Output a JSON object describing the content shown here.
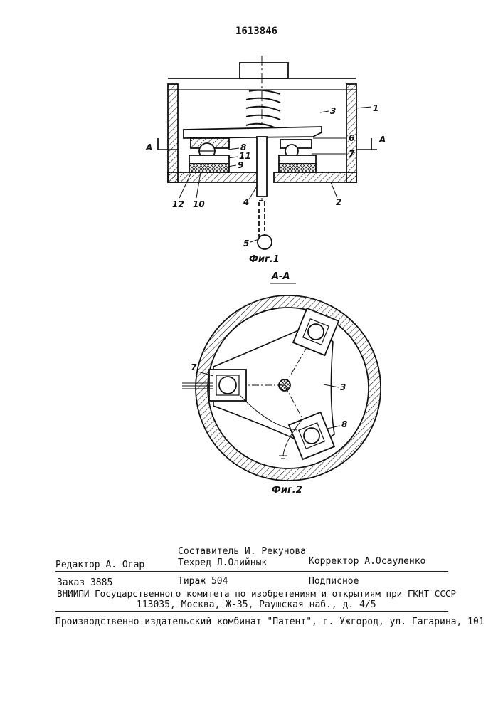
{
  "patent_number": "1613846",
  "fig1": {
    "caption": "Фиг.1",
    "section_mark_left": "A",
    "section_mark_right": "A",
    "labels": {
      "l1": "1",
      "l2": "2",
      "l3": "3",
      "l4": "4",
      "l5": "5",
      "l6": "6",
      "l7": "7",
      "l8": "8",
      "l9": "9",
      "l10": "10",
      "l11": "11",
      "l12": "12"
    }
  },
  "fig2": {
    "section_title": "A-A",
    "caption": "Фиг.2",
    "labels": {
      "l3": "3",
      "l7": "7",
      "l8": "8"
    }
  },
  "footer": {
    "compiler": "Составитель И. Рекунова",
    "editor": "Редактор А. Огар",
    "techred": "Техред Л.Олийнык",
    "corrector": "Корректор А.Осауленко",
    "order": "Заказ 3885",
    "circulation": "Тираж 504",
    "subscription": "Подписное",
    "institute_line": "ВНИИПИ Государственного комитета по изобретениям и открытиям при ГКНТ СССР",
    "address_line": "113035, Москва, Ж-35, Раушская наб., д. 4/5",
    "publisher_line": "Производственно-издательский комбинат \"Патент\", г. Ужгород, ул. Гагарина, 101"
  }
}
